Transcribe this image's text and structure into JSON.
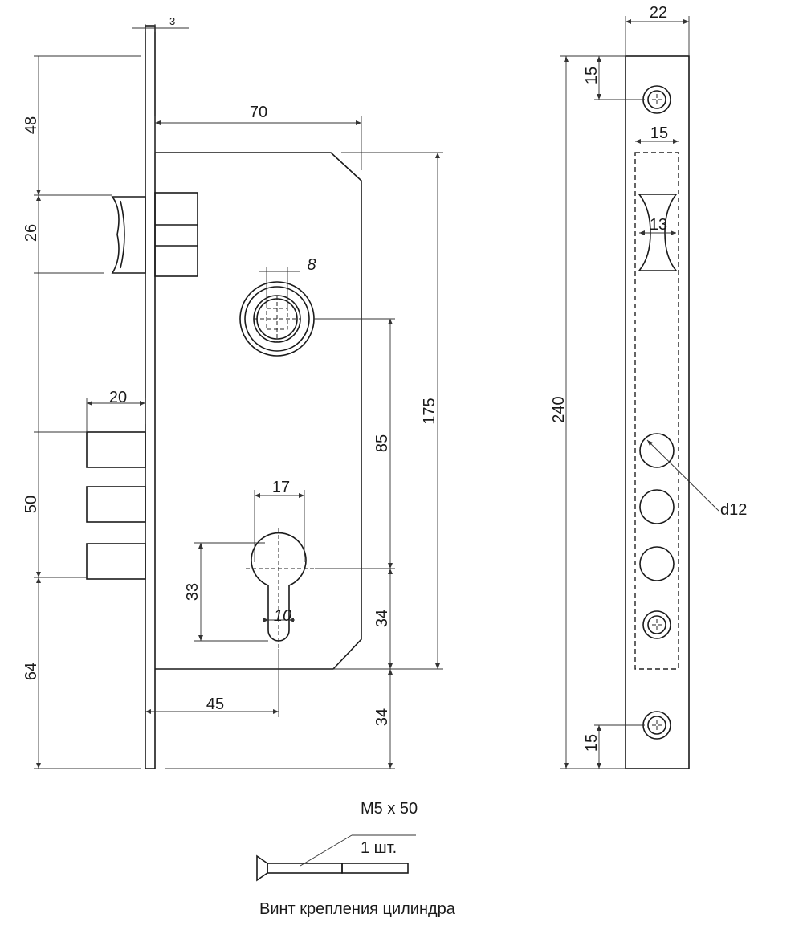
{
  "dimensions": {
    "faceplate_thickness": "3",
    "top_to_latch": "48",
    "latch_height": "26",
    "body_depth": "70",
    "spindle_square": "8",
    "body_height": "175",
    "spindle_to_cylinder": "85",
    "bolt_throw": "20",
    "bolt_span": "50",
    "cylinder_width": "17",
    "cylinder_height": "33",
    "cylinder_slot": "10",
    "cylinder_to_body_bottom": "34",
    "body_bottom_to_plate_end": "34",
    "backset": "45",
    "bottom_to_bolts": "64",
    "faceplate_width": "22",
    "screw_offset_top": "15",
    "latch_cutout_width": "15",
    "latch_width": "13",
    "faceplate_length": "240",
    "bolt_hole_diameter": "d12",
    "screw_offset_bottom": "15"
  },
  "screw": {
    "spec": "M5 x 50",
    "quantity": "1 шт.",
    "caption": "Винт крепления цилиндра"
  }
}
